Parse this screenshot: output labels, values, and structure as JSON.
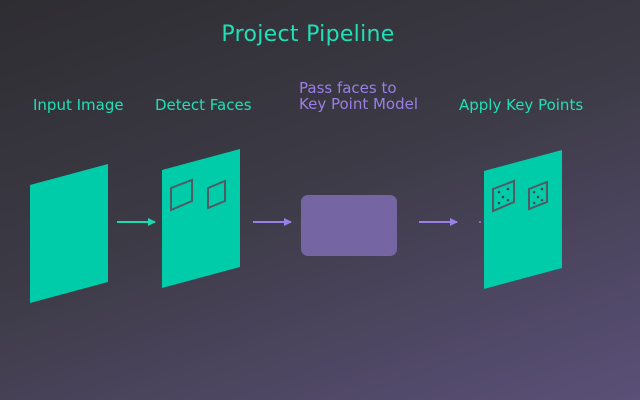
{
  "title": "Project Pipeline",
  "stages": [
    {
      "label": "Input Image"
    },
    {
      "label": "Detect Faces"
    },
    {
      "label": "Pass faces to\nKey Point Model"
    },
    {
      "label": "Apply Key Points"
    }
  ],
  "colors": {
    "accent_teal": "#1fe0b6",
    "panel_teal": "#00ccaa",
    "accent_purple": "#9a7fe6",
    "model_box": "#7b6aa6",
    "outline": "#5a5a68"
  }
}
